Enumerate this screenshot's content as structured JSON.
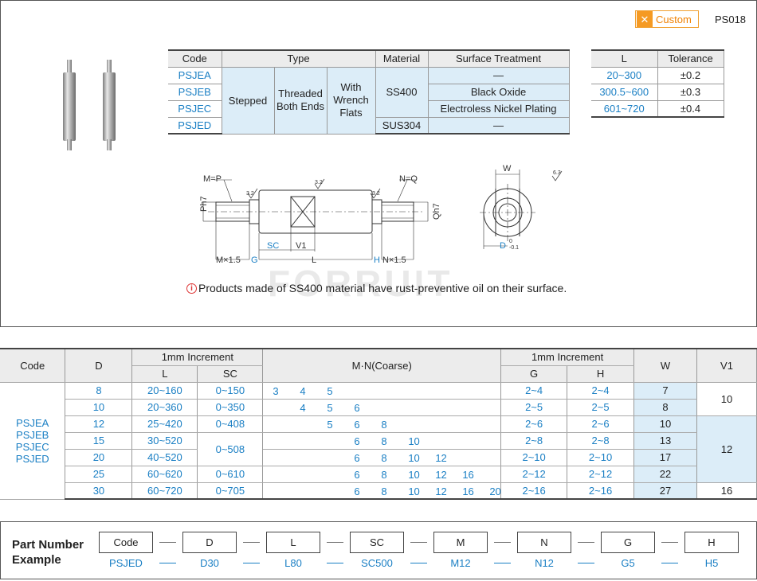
{
  "header": {
    "badge": "Custom",
    "product_code": "PS018"
  },
  "spec": {
    "headers": [
      "Code",
      "Type",
      "Material",
      "Surface Treatment"
    ],
    "codes": [
      "PSJEA",
      "PSJEB",
      "PSJEC",
      "PSJED"
    ],
    "type": [
      "Stepped",
      "Threaded Both Ends",
      "With Wrench Flats"
    ],
    "material": [
      "SS400",
      "SUS304"
    ],
    "treatments": [
      "—",
      "Black Oxide",
      "Electroless Nickel Plating",
      "—"
    ]
  },
  "tolerance": {
    "headers": [
      "L",
      "Tolerance"
    ],
    "rows": [
      [
        "20~300",
        "±0.2"
      ],
      [
        "300.5~600",
        "±0.3"
      ],
      [
        "601~720",
        "±0.4"
      ]
    ]
  },
  "drawing": {
    "m_eq_p": "M=P",
    "n_eq_q": "N=Q",
    "rough32": "3.2",
    "rough63": "6.3",
    "p_h7": "Ph7",
    "q_h7": "Qh7",
    "sc": "SC",
    "v1": "V1",
    "l": "L",
    "m15": "M×1.5",
    "n15": "N×1.5",
    "g": "G",
    "h": "H",
    "w": "W",
    "d": "D",
    "tol_up": "0",
    "tol_dn": "-0.1"
  },
  "note": "Products made of SS400 material have rust-preventive oil on their surface.",
  "watermark": "FORRUIT",
  "main": {
    "h_code": "Code",
    "h_d": "D",
    "h_inc1": "1mm Increment",
    "h_l": "L",
    "h_sc": "SC",
    "h_mn": "M·N(Coarse)",
    "h_inc2": "1mm Increment",
    "h_g": "G",
    "h_h": "H",
    "h_w": "W",
    "h_v1": "V1",
    "codes": [
      "PSJEA",
      "PSJEB",
      "PSJEC",
      "PSJED"
    ],
    "rows": [
      {
        "d": "8",
        "l": "20~160",
        "sc": "0~150",
        "mn": [
          "3",
          "4",
          "5",
          "",
          "",
          "",
          ""
        ],
        "g": "2~4",
        "h": "2~4",
        "w": "7"
      },
      {
        "d": "10",
        "l": "20~360",
        "sc": "0~350",
        "mn": [
          "",
          "4",
          "5",
          "6",
          "",
          "",
          ""
        ],
        "g": "2~5",
        "h": "2~5",
        "w": "8"
      },
      {
        "d": "12",
        "l": "25~420",
        "sc": "0~408",
        "mn": [
          "",
          "",
          "5",
          "6",
          "8",
          "",
          ""
        ],
        "g": "2~6",
        "h": "2~6",
        "w": "10"
      },
      {
        "d": "15",
        "l": "30~520",
        "sc": "0~508",
        "mn": [
          "",
          "",
          "",
          "6",
          "8",
          "10",
          ""
        ],
        "g": "2~8",
        "h": "2~8",
        "w": "13"
      },
      {
        "d": "20",
        "l": "40~520",
        "sc": "",
        "mn": [
          "",
          "",
          "",
          "6",
          "8",
          "10",
          "12"
        ],
        "g": "2~10",
        "h": "2~10",
        "w": "17"
      },
      {
        "d": "25",
        "l": "60~620",
        "sc": "0~610",
        "mn": [
          "",
          "",
          "",
          "6",
          "8",
          "10",
          "12",
          "16"
        ],
        "g": "2~12",
        "h": "2~12",
        "w": "22"
      },
      {
        "d": "30",
        "l": "60~720",
        "sc": "0~705",
        "mn": [
          "",
          "",
          "",
          "6",
          "8",
          "10",
          "12",
          "16",
          "20"
        ],
        "g": "2~16",
        "h": "2~16",
        "w": "27"
      }
    ],
    "v1": [
      "10",
      "12",
      "16"
    ]
  },
  "example": {
    "title_1": "Part Number",
    "title_2": "Example",
    "labels": [
      "Code",
      "D",
      "L",
      "SC",
      "M",
      "N",
      "G",
      "H"
    ],
    "values": [
      "PSJED",
      "D30",
      "L80",
      "SC500",
      "M12",
      "N12",
      "G5",
      "H5"
    ]
  }
}
